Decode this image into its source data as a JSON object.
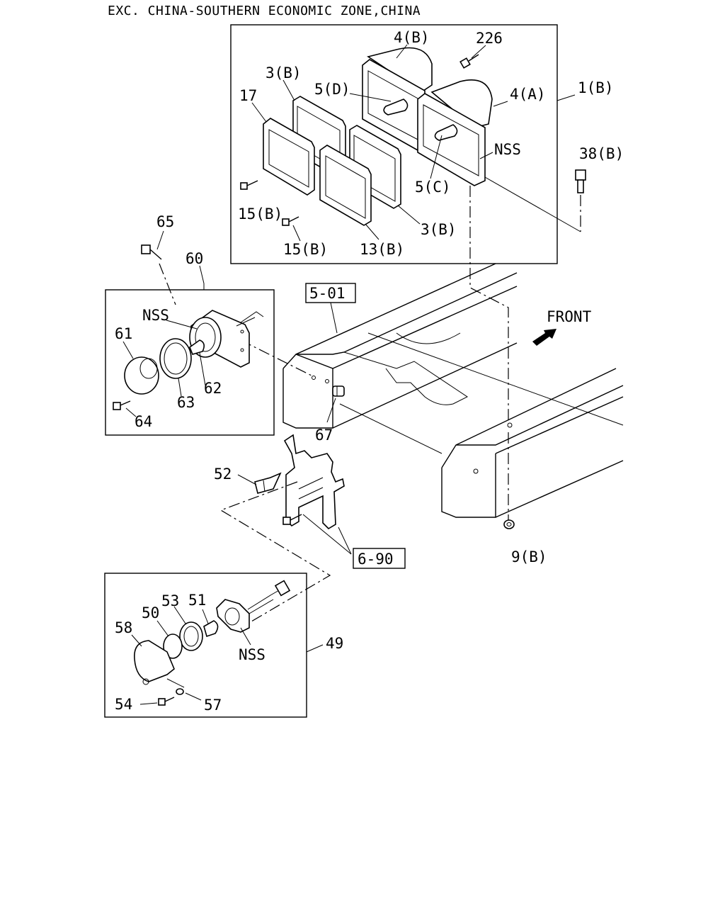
{
  "header": {
    "title": "EXC. CHINA-SOUTHERN ECONOMIC ZONE,CHINA"
  },
  "callouts": {
    "c4b": "4(B)",
    "c226": "226",
    "c3b_top": "3(B)",
    "c5d": "5(D)",
    "c17": "17",
    "c4a": "4(A)",
    "c1b": "1(B)",
    "cnss_top": "NSS",
    "c38b": "38(B)",
    "c5c": "5(C)",
    "c15b_a": "15(B)",
    "c15b_b": "15(B)",
    "c3b_bot": "3(B)",
    "c13b": "13(B)",
    "c65": "65",
    "c60": "60",
    "cnss_mid": "NSS",
    "c61": "61",
    "c62": "62",
    "c63": "63",
    "c64": "64",
    "c67": "67",
    "c52": "52",
    "c9b": "9(B)",
    "c53": "53",
    "c51": "51",
    "c50": "50",
    "c58": "58",
    "cnss_bot": "NSS",
    "c49": "49",
    "c54": "54",
    "c57": "57"
  },
  "refs": {
    "r501": "5-01",
    "r690": "6-90"
  },
  "front": {
    "label": "FRONT"
  }
}
